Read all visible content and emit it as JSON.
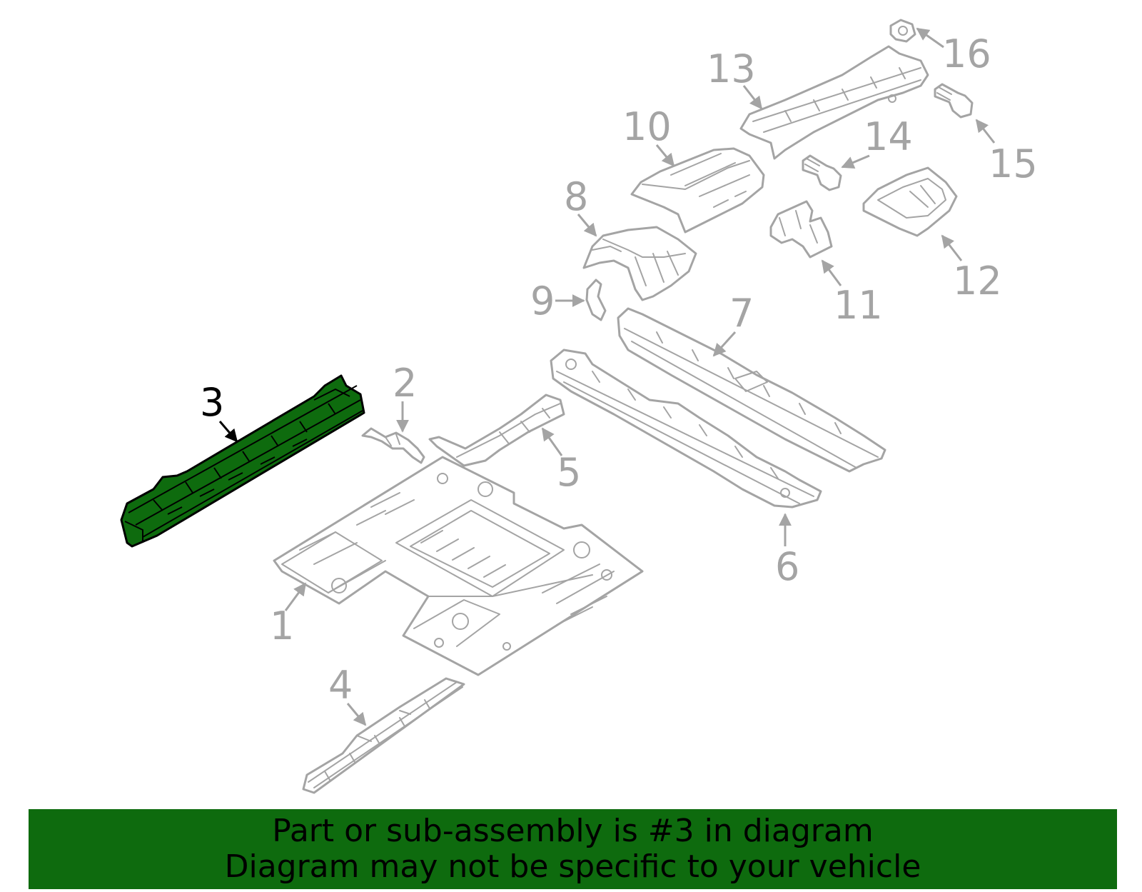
{
  "diagram": {
    "callouts": [
      {
        "id": "1",
        "label": "1"
      },
      {
        "id": "2",
        "label": "2"
      },
      {
        "id": "3",
        "label": "3",
        "highlighted": true
      },
      {
        "id": "4",
        "label": "4"
      },
      {
        "id": "5",
        "label": "5"
      },
      {
        "id": "6",
        "label": "6"
      },
      {
        "id": "7",
        "label": "7"
      },
      {
        "id": "8",
        "label": "8"
      },
      {
        "id": "9",
        "label": "9"
      },
      {
        "id": "10",
        "label": "10"
      },
      {
        "id": "11",
        "label": "11"
      },
      {
        "id": "12",
        "label": "12"
      },
      {
        "id": "13",
        "label": "13"
      },
      {
        "id": "14",
        "label": "14"
      },
      {
        "id": "15",
        "label": "15"
      },
      {
        "id": "16",
        "label": "16"
      }
    ],
    "colors": {
      "part_line": "#a4a4a4",
      "highlight_fill": "#0e6b0e",
      "highlight_line": "#000000",
      "banner_bg": "#0e6b0e",
      "banner_text": "#000000"
    }
  },
  "banner": {
    "line1": "Part or sub-assembly is #3 in diagram",
    "line2": "Diagram may not be specific to your vehicle"
  }
}
